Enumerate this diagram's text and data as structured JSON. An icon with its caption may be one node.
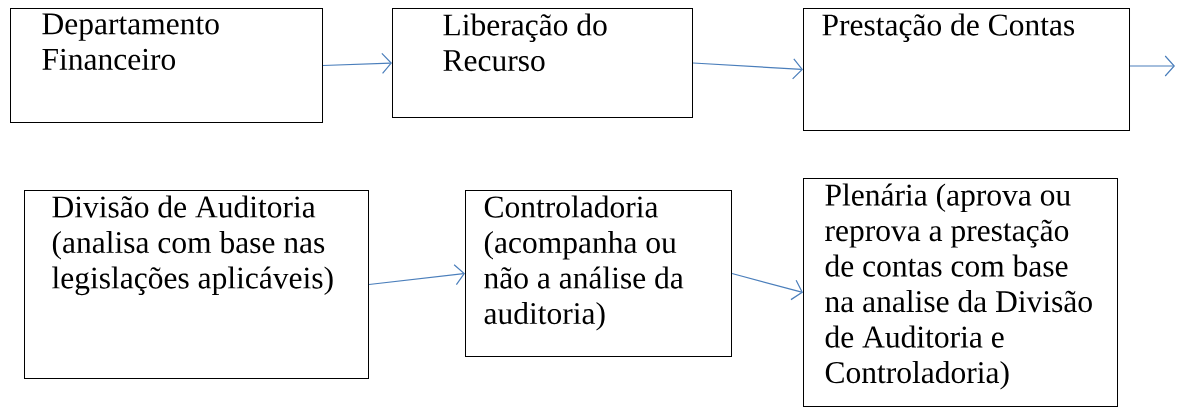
{
  "diagram": {
    "nodes": [
      {
        "text": [
          "Departamento Financeiro"
        ]
      },
      {
        "text": [
          "Liberação do Recurso"
        ]
      },
      {
        "text": [
          "Prestação de Contas"
        ]
      },
      {
        "text": [
          "Divisão de Auditoria (analisa com base nas legislações aplicáveis)"
        ]
      },
      {
        "text": [
          "Controladoria (acompanha ou não a análise da auditoria)"
        ]
      },
      {
        "text": [
          "Plenária (aprova ou reprova a prestação de contas com base na analise da Divisão de Auditoria e Controladoria)"
        ]
      }
    ],
    "edges": [
      {
        "from": 0,
        "to": 1,
        "arrow": "to"
      },
      {
        "from": 1,
        "to": 2,
        "arrow": "to"
      },
      {
        "from": 2,
        "to": null,
        "arrow": "to"
      },
      {
        "from": 3,
        "to": 4,
        "arrow": "to"
      },
      {
        "from": 4,
        "to": 5,
        "arrow": "to"
      }
    ]
  }
}
